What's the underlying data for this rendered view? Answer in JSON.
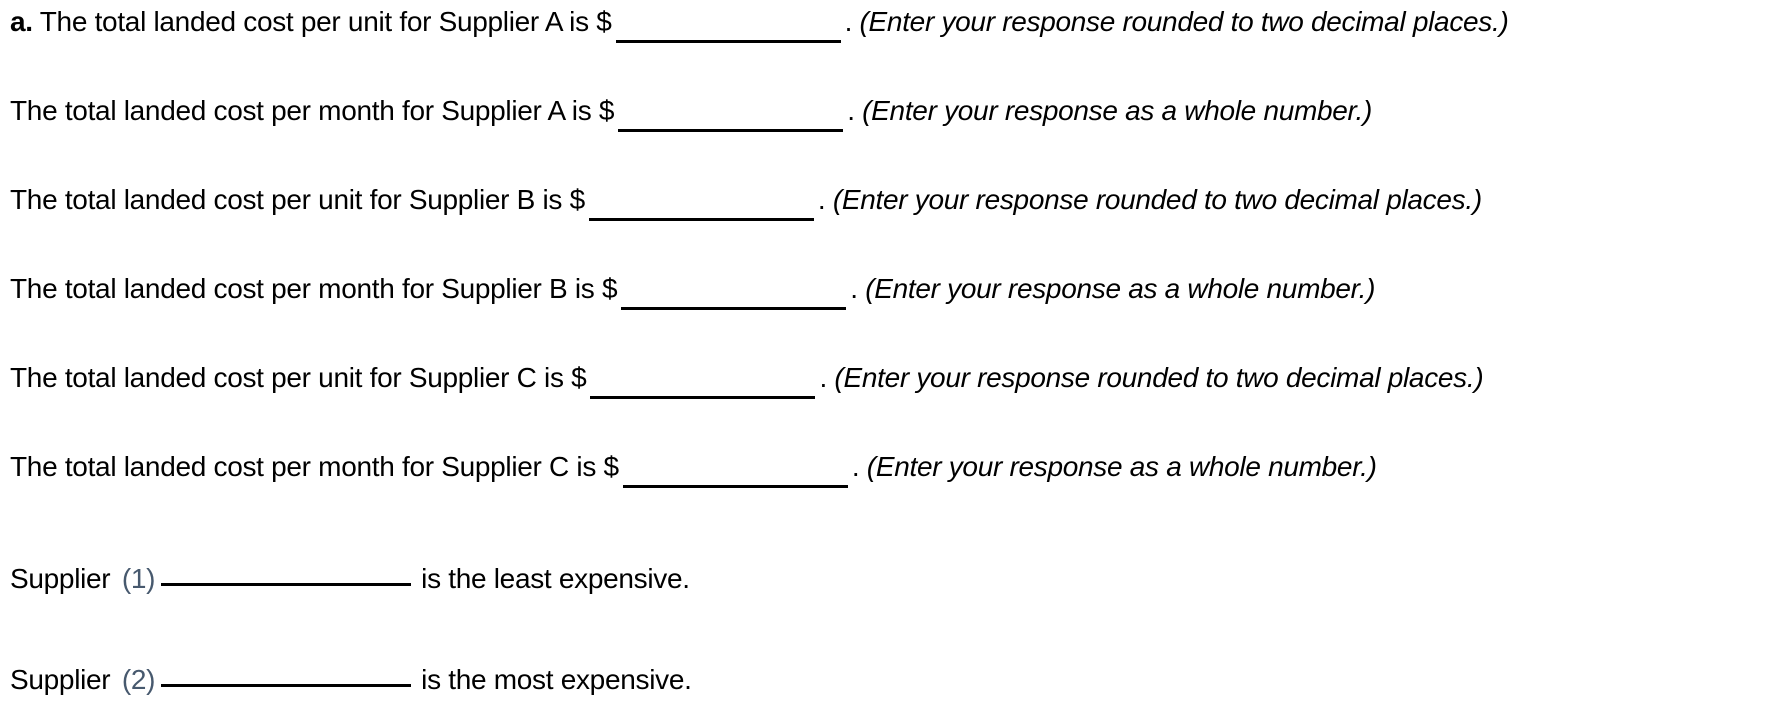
{
  "colors": {
    "text": "#000000",
    "blank_line": "#000000",
    "marker": "#47596e"
  },
  "question": {
    "part_label": "a.",
    "rows": [
      {
        "text": "The total landed cost per unit for Supplier A is",
        "currency": "$",
        "blank_value": "",
        "period": ".",
        "instruction": "(Enter your response rounded to two decimal places.)"
      },
      {
        "text": "The total landed cost per month for Supplier A is",
        "currency": "$",
        "blank_value": "",
        "period": ".",
        "instruction": "(Enter your response as a whole number.)"
      },
      {
        "text": "The total landed cost per unit for Supplier B is",
        "currency": "$",
        "blank_value": "",
        "period": ".",
        "instruction": "(Enter your response rounded to two decimal places.)"
      },
      {
        "text": "The total landed cost per month for Supplier B is",
        "currency": "$",
        "blank_value": "",
        "period": ".",
        "instruction": "(Enter your response as a whole number.)"
      },
      {
        "text": "The total landed cost per unit for Supplier C is",
        "currency": "$",
        "blank_value": "",
        "period": ".",
        "instruction": "(Enter your response rounded to two decimal places.)"
      },
      {
        "text": "The total landed cost per month for Supplier C is",
        "currency": "$",
        "blank_value": "",
        "period": ".",
        "instruction": "(Enter your response as a whole number.)"
      }
    ],
    "conclusions": [
      {
        "lead": "Supplier",
        "marker": "(1)",
        "blank_value": "",
        "tail": "is the least expensive."
      },
      {
        "lead": "Supplier",
        "marker": "(2)",
        "blank_value": "",
        "tail": "is the most expensive."
      }
    ]
  }
}
